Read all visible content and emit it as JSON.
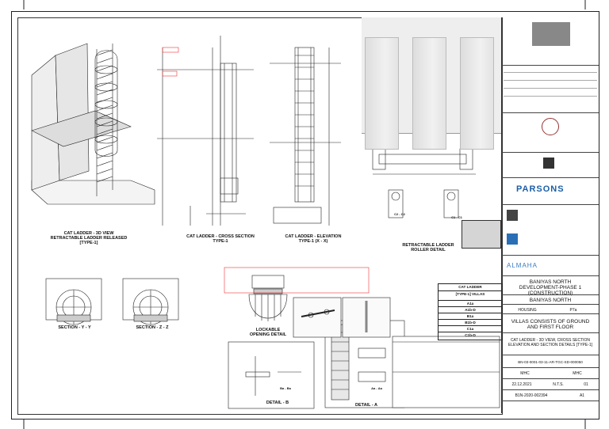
{
  "views": {
    "view_3d_title": "CAT LADDER - 3D VIEW",
    "view_3d_sub": "RETRACTABLE LADDER RELEASED",
    "view_3d_type": "[TYPE-1]",
    "cross_title": "CAT LADDER - CROSS SECTION",
    "cross_type": "TYPE-1",
    "elev_title": "CAT LADDER - ELEVATION",
    "elev_type": "TYPE-1 (X - X)",
    "roller_title": "RETRACTABLE LADDER",
    "roller_sub": "ROLLER DETAIL",
    "section_yy": "SECTION - Y - Y",
    "section_zz": "SECTION - Z - Z",
    "lockable_title": "LOCKABLE",
    "lockable_sub": "OPENING DETAIL",
    "detail_b": "DETAIL - B",
    "detail_a": "DETAIL - A",
    "c1": "C1 - C1",
    "c2": "C2 - C2",
    "ba": "Ba - Ba",
    "aa": "Aa - Aa"
  },
  "table": {
    "title1": "CAT LADDER",
    "title2": "[TYPE-1] VILLAS",
    "rows": [
      "A1a",
      "A1b-D",
      "B1a",
      "B1b-D",
      "C1a",
      "C1b-D"
    ]
  },
  "title_block": {
    "project_name_line1": "BANIYAS NORTH",
    "project_name_line2": "DEVELOPMENT-PHASE 1",
    "project_name_line3": "(CONSTRUCTION)",
    "area": "BANIYAS NORTH",
    "discipline": "HOUSING",
    "package": "P7a",
    "description_line1": "VILLAS CONSISTS OF GROUND",
    "description_line2": "AND FIRST FLOOR",
    "drawing_title_line1": "CAT LADDER - 3D VIEW, CROSS SECTION",
    "drawing_title_line2": "ELEVATION AND SECTION DETAILS [TYPE-1]",
    "drawing_number": "BN-03-0001-03-11-AR-TGC-SD-000050",
    "drawn": "MHC",
    "checked": "MHC",
    "date": "22.12.2021",
    "scale": "N.T.S.",
    "rev": "01",
    "contract": "B1N-2020-002394",
    "sheet": "A1",
    "consultant": "PARSONS",
    "contractor": "ALMAHA"
  },
  "colors": {
    "line": "#222222",
    "red": "#dd2222",
    "parsons_blue": "#1c5fa6",
    "almaha_blue": "#3b7cc4"
  }
}
